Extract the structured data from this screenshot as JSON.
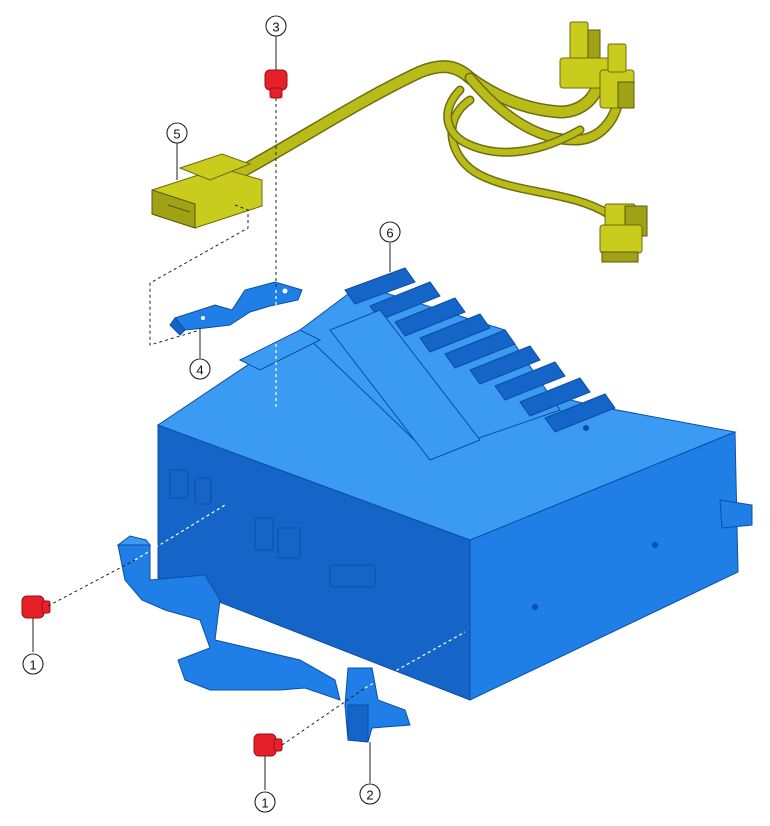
{
  "callouts": {
    "c1a": "1",
    "c1b": "1",
    "c2": "2",
    "c3": "3",
    "c4": "4",
    "c5": "5",
    "c6": "6"
  },
  "colors": {
    "unit": "#1f7fe6",
    "harness": "#c9cc1c",
    "bolt": "#e8202a"
  }
}
